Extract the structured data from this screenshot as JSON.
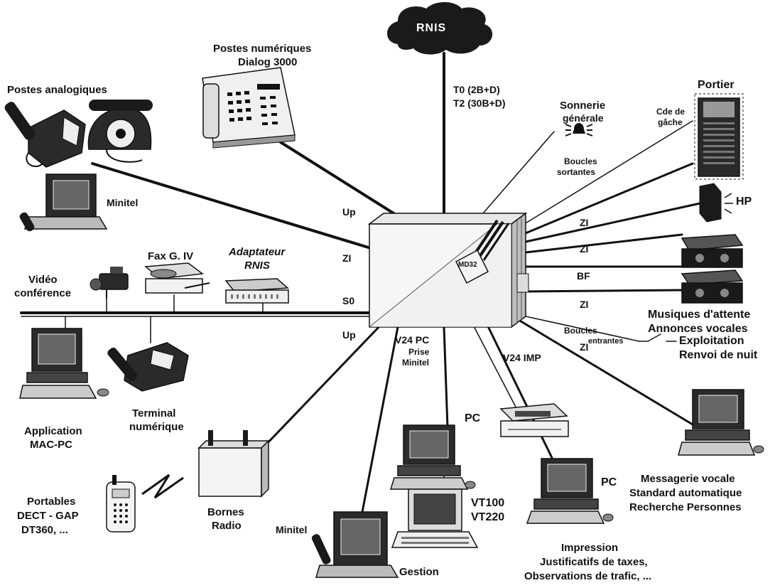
{
  "labels": {
    "rnis_cloud": "RNIS",
    "t0": "T0 (2B+D)",
    "t2": "T2 (30B+D)",
    "postes_numeriques": "Postes numériques",
    "dialog_3000": "Dialog 3000",
    "postes_analogiques": "Postes analogiques",
    "minitel_top": "Minitel",
    "sonnerie": "Sonnerie",
    "generale": "générale",
    "portier": "Portier",
    "cde_de": "Cde de",
    "gache": "gâche",
    "boucles_sortantes_1": "Boucles",
    "boucles_sortantes_2": "sortantes",
    "hp": "HP",
    "up_top": "Up",
    "zi_left": "ZI",
    "s0": "S0",
    "up_bottom": "Up",
    "fax": "Fax G. IV",
    "adaptateur": "Adaptateur",
    "adaptateur_rnis": "RNIS",
    "video_1": "Vidéo",
    "video_2": "conférence",
    "md32": "MD32",
    "zi_r1": "ZI",
    "zi_r2": "ZI",
    "bf": "BF",
    "zi_r3": "ZI",
    "musiques": "Musiques d'attente",
    "annonces": "Annonces vocales",
    "boucles_entrantes_1": "Boucles",
    "boucles_entrantes_2": "entrantes",
    "exploitation": "Exploitation",
    "renvoi": "Renvoi de nuit",
    "zi_r4": "ZI",
    "v24_pc": "V24 PC",
    "prise": "Prise",
    "minitel_prise": "Minitel",
    "v24_imp": "V24 IMP",
    "terminal_1": "Terminal",
    "terminal_2": "numérique",
    "application_1": "Application",
    "application_2": "MAC-PC",
    "pc_1": "PC",
    "pc_2": "PC",
    "messagerie": "Messagerie vocale",
    "standard": "Standard automatique",
    "recherche": "Recherche Personnes",
    "vt100": "VT100",
    "vt220": "VT220",
    "portables": "Portables",
    "dect": "DECT - GAP",
    "dt360": "DT360, ...",
    "bornes": "Bornes",
    "radio": "Radio",
    "minitel_bottom": "Minitel",
    "gestion": "Gestion",
    "impression": "Impression",
    "justificatifs": "Justificatifs de taxes,",
    "observations": "Observations de trafic, ..."
  }
}
